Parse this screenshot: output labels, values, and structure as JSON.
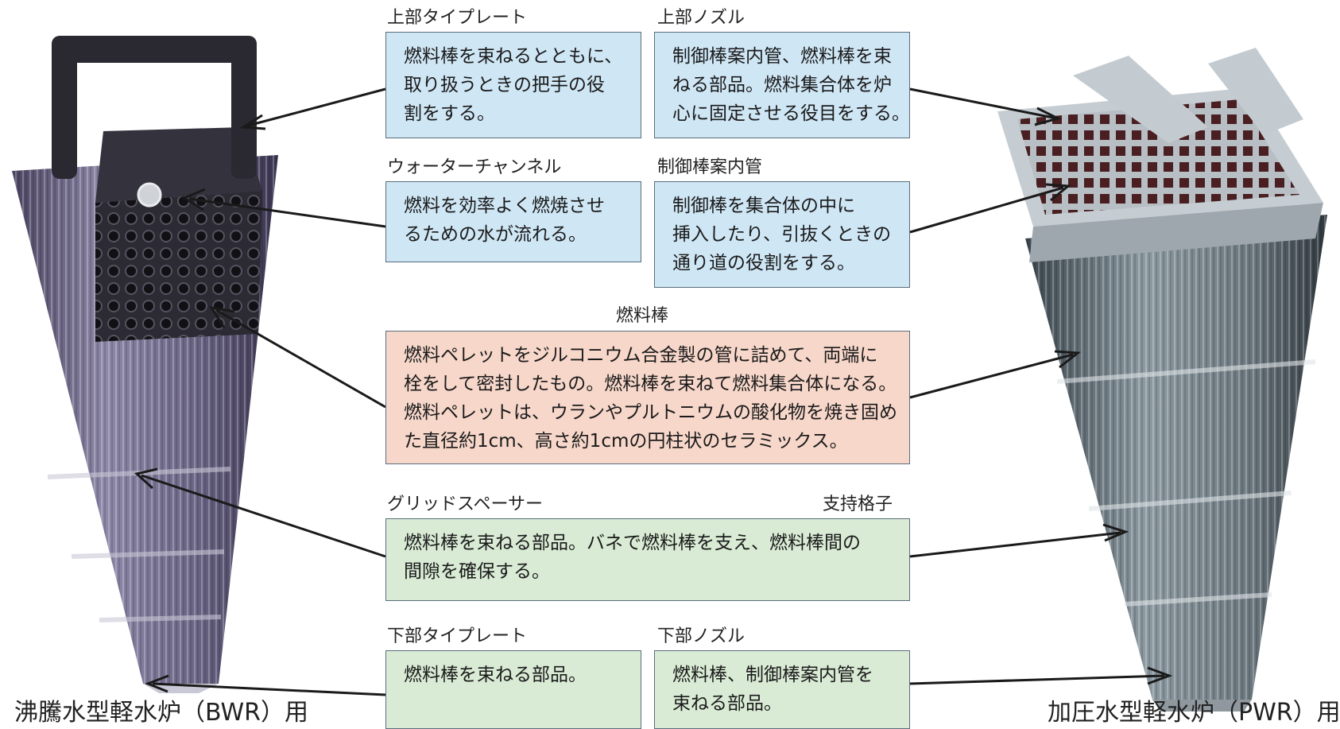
{
  "boxes": {
    "upper_tie_plate": {
      "title": "上部タイプレート",
      "lines": [
        "燃料棒を束ねるとともに、",
        "取り扱うときの把手の役",
        "割をする。"
      ]
    },
    "upper_nozzle": {
      "title": "上部ノズル",
      "lines": [
        "制御棒案内管、燃料棒を束",
        "ねる部品。燃料集合体を炉",
        "心に固定させる役目をする。"
      ]
    },
    "water_channel": {
      "title": "ウォーターチャンネル",
      "lines": [
        "燃料を効率よく燃焼させ",
        "るための水が流れる。"
      ]
    },
    "control_rod_guide": {
      "title": "制御棒案内管",
      "lines": [
        "制御棒を集合体の中に",
        "挿入したり、引抜くときの",
        "通り道の役割をする。"
      ]
    },
    "fuel_rod": {
      "title": "燃料棒",
      "lines": [
        "燃料ペレットをジルコニウム合金製の管に詰めて、両端に",
        "栓をして密封したもの。燃料棒を束ねて燃料集合体になる。",
        "燃料ペレットは、ウランやプルトニウムの酸化物を焼き固め",
        "た直径約1cm、高さ約1cmの円柱状のセラミックス。"
      ]
    },
    "grid_spacer": {
      "title": "グリッドスペーサー",
      "title_right": "支持格子",
      "lines": [
        "燃料棒を束ねる部品。バネで燃料棒を支え、燃料棒間の",
        "間隙を確保する。"
      ]
    },
    "lower_tie_plate": {
      "title": "下部タイプレート",
      "lines": [
        "燃料棒を束ねる部品。"
      ]
    },
    "lower_nozzle": {
      "title": "下部ノズル",
      "lines": [
        "燃料棒、制御棒案内管を",
        "束ねる部品。"
      ]
    }
  },
  "captions": {
    "bwr": "沸騰水型軽水炉（BWR）用",
    "pwr": "加圧水型軽水炉（PWR）用"
  },
  "colors": {
    "blue_box": "#cfe6f5",
    "pink_box": "#f7d7ca",
    "green_box": "#d9ebd5",
    "arrow": "#1a1a1a"
  }
}
